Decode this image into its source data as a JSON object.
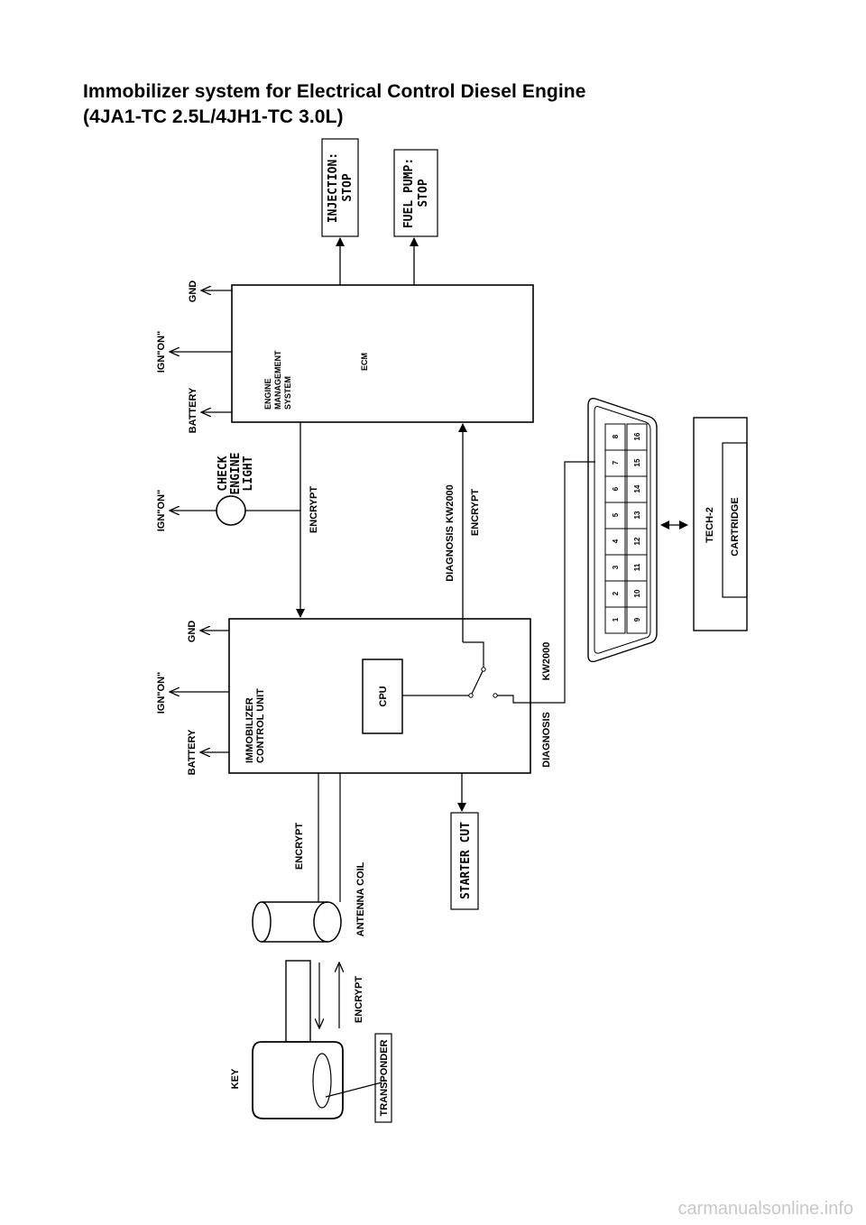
{
  "title": {
    "line1": "Immobilizer system for Electrical Control Diesel Engine",
    "line2": "(4JA1-TC 2.5L/4JH1-TC 3.0L)"
  },
  "labels": {
    "injection_line1": "INJECTION:",
    "injection_line2": "STOP",
    "fuel_pump_line1": "FUEL PUMP:",
    "fuel_pump_line2": "STOP",
    "gnd": "GND",
    "ign_on": "IGN\"ON\"",
    "battery": "BATTERY",
    "ems_line1": "ENGINE",
    "ems_line2": "MANAGEMENT",
    "ems_line3": "SYSTEM",
    "ecm": "ECM",
    "check_line1": "CHECK",
    "check_line2": "ENGINE",
    "check_line3": "LIGHT",
    "encrypt": "ENCRYPT",
    "diagnosis": "DIAGNOSIS",
    "kw2000": "KW2000",
    "immo_line1": "IMMOBILIZER",
    "immo_line2": "CONTROL UNIT",
    "cpu": "CPU",
    "tech2": "TECH-2",
    "cartridge": "CARTRIDGE",
    "starter_cut": "STARTER CUT",
    "antenna_coil": "ANTENNA COIL",
    "key": "KEY",
    "transponder": "TRANSPONDER"
  },
  "connector_pins_top": [
    "1",
    "2",
    "3",
    "4",
    "5",
    "6",
    "7",
    "8"
  ],
  "connector_pins_bottom": [
    "9",
    "10",
    "11",
    "12",
    "13",
    "14",
    "15",
    "16"
  ],
  "watermark": "carmanualsonline.info"
}
